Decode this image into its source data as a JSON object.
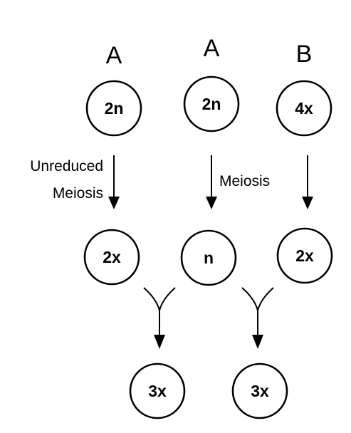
{
  "parents": [
    {
      "letter": "A",
      "ploidy": "2n"
    },
    {
      "letter": "A",
      "ploidy": "2n"
    },
    {
      "letter": "B",
      "ploidy": "4x"
    }
  ],
  "gametes": [
    "2x",
    "n",
    "2x"
  ],
  "offspring": [
    "3x",
    "3x"
  ],
  "labels": {
    "unreduced_line1": "Unreduced",
    "unreduced_line2": "Meiosis",
    "meiosis": "Meiosis"
  }
}
